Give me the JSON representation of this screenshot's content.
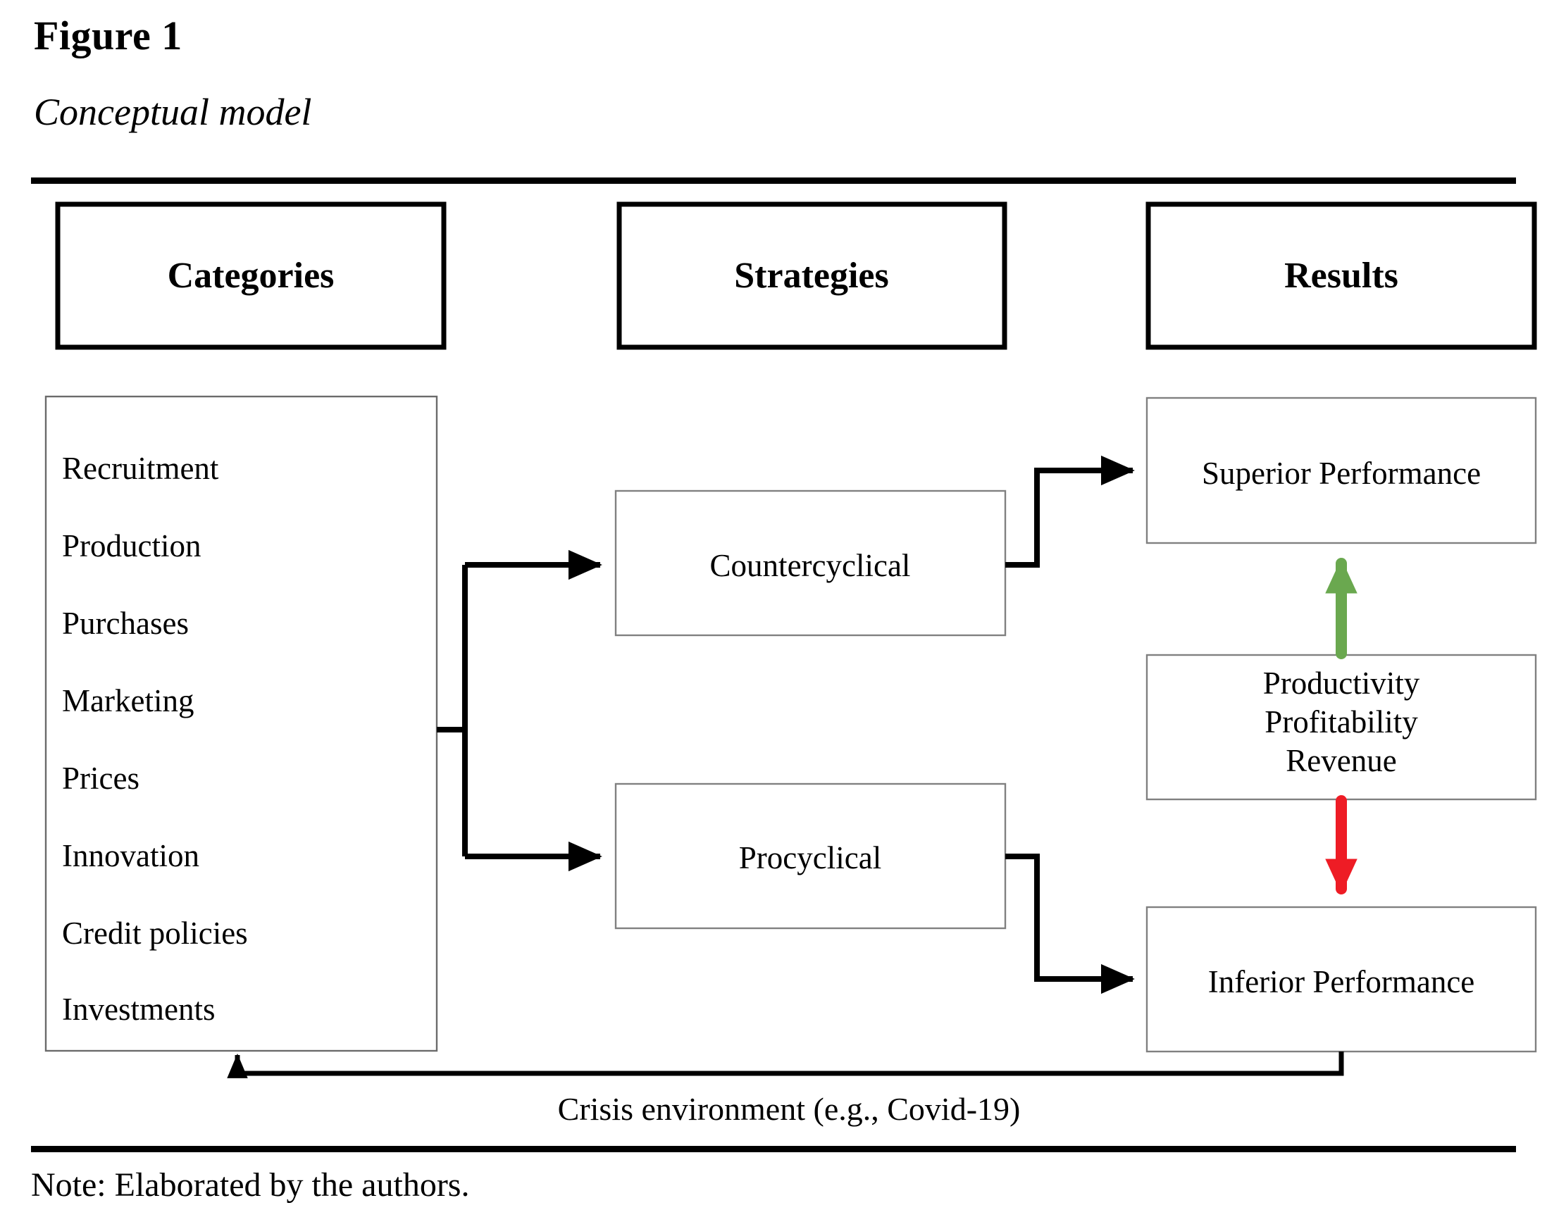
{
  "figure": {
    "title": "Figure 1",
    "subtitle": "Conceptual model",
    "note": "Note: Elaborated by the authors."
  },
  "columns": {
    "categories_header": "Categories",
    "strategies_header": "Strategies",
    "results_header": "Results"
  },
  "categories": {
    "items": [
      "Recruitment",
      "Production",
      "Purchases",
      "Marketing",
      "Prices",
      "Innovation",
      "Credit policies",
      "Investments"
    ]
  },
  "strategies": {
    "countercyclical": "Countercyclical",
    "procyclical": "Procyclical"
  },
  "results": {
    "superior": "Superior Performance",
    "metrics_line1": "Productivity",
    "metrics_line2": "Profitability",
    "metrics_line3": "Revenue",
    "inferior": "Inferior Performance"
  },
  "feedback": {
    "label": "Crisis environment (e.g., Covid-19)"
  },
  "colors": {
    "positive_arrow": "#6aa84f",
    "negative_arrow": "#ee1c25",
    "line": "#000000",
    "box_border": "#808080",
    "header_border": "#000000",
    "background": "#ffffff"
  },
  "chart_data": {
    "type": "diagram",
    "title": "Conceptual model",
    "nodes": [
      {
        "id": "categories",
        "label": "Categories",
        "column": "Categories",
        "kind": "header"
      },
      {
        "id": "strategies",
        "label": "Strategies",
        "column": "Strategies",
        "kind": "header"
      },
      {
        "id": "results",
        "label": "Results",
        "column": "Results",
        "kind": "header"
      },
      {
        "id": "category-list",
        "label": "Recruitment / Production / Purchases / Marketing / Prices / Innovation / Credit policies / Investments",
        "column": "Categories",
        "kind": "list"
      },
      {
        "id": "countercyclical",
        "label": "Countercyclical",
        "column": "Strategies",
        "kind": "box"
      },
      {
        "id": "procyclical",
        "label": "Procyclical",
        "column": "Strategies",
        "kind": "box"
      },
      {
        "id": "superior-performance",
        "label": "Superior Performance",
        "column": "Results",
        "kind": "box"
      },
      {
        "id": "metrics",
        "label": "Productivity Profitability Revenue",
        "column": "Results",
        "kind": "box"
      },
      {
        "id": "inferior-performance",
        "label": "Inferior Performance",
        "column": "Results",
        "kind": "box"
      }
    ],
    "edges": [
      {
        "from": "category-list",
        "to": "countercyclical",
        "style": "solid-black-arrow"
      },
      {
        "from": "category-list",
        "to": "procyclical",
        "style": "solid-black-arrow"
      },
      {
        "from": "countercyclical",
        "to": "superior-performance",
        "style": "solid-black-arrow"
      },
      {
        "from": "procyclical",
        "to": "inferior-performance",
        "style": "solid-black-arrow"
      },
      {
        "from": "metrics",
        "to": "superior-performance",
        "style": "green-up-arrow",
        "color": "#6aa84f"
      },
      {
        "from": "metrics",
        "to": "inferior-performance",
        "style": "red-down-arrow",
        "color": "#ee1c25"
      },
      {
        "from": "inferior-performance",
        "to": "category-list",
        "style": "feedback-loop",
        "label": "Crisis environment (e.g., Covid-19)"
      }
    ]
  }
}
